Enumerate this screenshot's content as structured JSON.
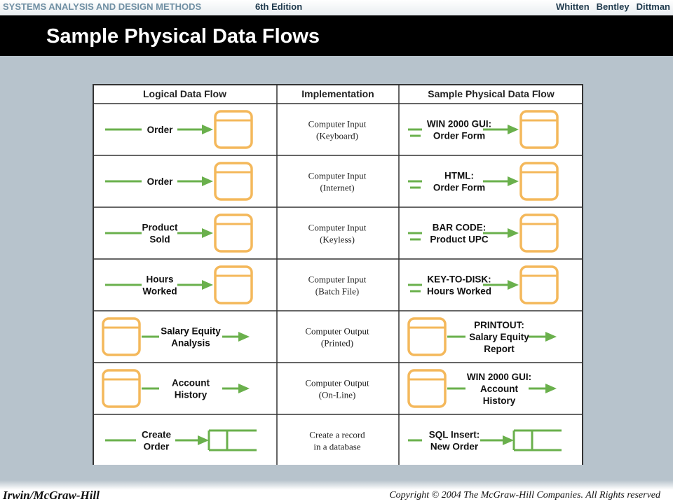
{
  "header": {
    "course": "SYSTEMS ANALYSIS AND DESIGN METHODS",
    "edition": "6th Edition",
    "authors": [
      "Whitten",
      "Bentley",
      "Dittman"
    ]
  },
  "slide": {
    "title": "Sample Physical Data Flows"
  },
  "table": {
    "columns": [
      "Logical Data Flow",
      "Implementation",
      "Sample Physical Data Flow"
    ],
    "rows": [
      {
        "logical": [
          "Order"
        ],
        "impl": [
          "Computer Input",
          "(Keyboard)"
        ],
        "physical": [
          "WIN 2000 GUI:",
          "Order Form"
        ],
        "kind": "input-store"
      },
      {
        "logical": [
          "Order"
        ],
        "impl": [
          "Computer Input",
          "(Internet)"
        ],
        "physical": [
          "HTML:",
          "Order Form"
        ],
        "kind": "input-store"
      },
      {
        "logical": [
          "Product",
          "Sold"
        ],
        "impl": [
          "Computer Input",
          "(Keyless)"
        ],
        "physical": [
          "BAR CODE:",
          "Product UPC"
        ],
        "kind": "input-store"
      },
      {
        "logical": [
          "Hours",
          "Worked"
        ],
        "impl": [
          "Computer Input",
          "(Batch File)"
        ],
        "physical": [
          "KEY-TO-DISK:",
          "Hours Worked"
        ],
        "kind": "input-store"
      },
      {
        "logical": [
          "Salary Equity",
          "Analysis"
        ],
        "impl": [
          "Computer Output",
          "(Printed)"
        ],
        "physical": [
          "PRINTOUT:",
          "Salary Equity",
          "Report"
        ],
        "kind": "output"
      },
      {
        "logical": [
          "Account",
          "History"
        ],
        "impl": [
          "Computer Output",
          "(On-Line)"
        ],
        "physical": [
          "WIN 2000 GUI:",
          "Account",
          "History"
        ],
        "kind": "output"
      },
      {
        "logical": [
          "Create",
          "Order"
        ],
        "impl": [
          "Create a record",
          "in a database"
        ],
        "physical": [
          "SQL Insert:",
          "New Order"
        ],
        "kind": "datastore"
      }
    ]
  },
  "colors": {
    "arrow": "#6ab04c",
    "process": "#f4b85b",
    "grid": "#333333"
  },
  "footer": {
    "publisher": "Irwin/McGraw-Hill",
    "copyright": "Copyright © 2004 The McGraw-Hill Companies. All Rights reserved"
  }
}
